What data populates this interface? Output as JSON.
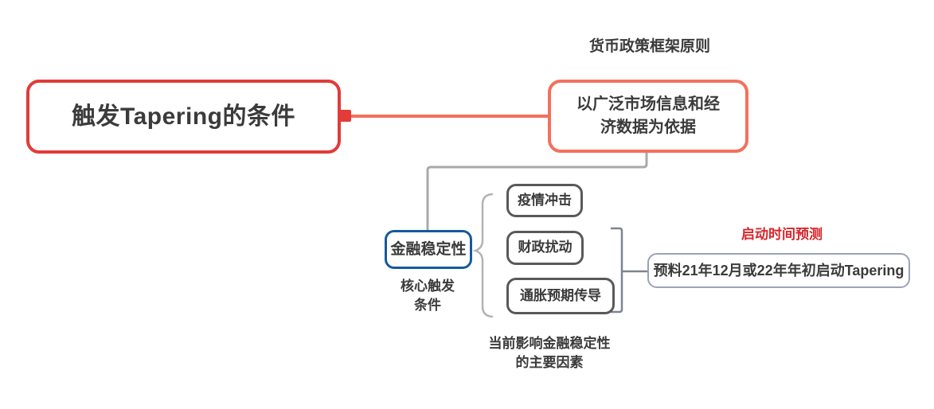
{
  "diagram": {
    "type": "mindmap",
    "background": "#ffffff",
    "root": {
      "label": "触发Tapering的条件",
      "border_color": "#e23b38",
      "text_color": "#3b3b3b"
    },
    "policy_branch": {
      "title": "货币政策框架原则",
      "node_label": "以广泛市场信息和经\n济数据为依据",
      "border_color": "#f4705c"
    },
    "stability_branch": {
      "node_label": "金融稳定性",
      "border_color": "#15599c",
      "caption": "核心触发\n条件"
    },
    "factors_branch": {
      "items": [
        {
          "label": "疫情冲击"
        },
        {
          "label": "财政扰动"
        },
        {
          "label": "通胀预期传导"
        }
      ],
      "border_color": "#595959",
      "caption": "当前影响金融稳定性\n的主要因素"
    },
    "prediction_branch": {
      "title": "启动时间预测",
      "title_color": "#d9252a",
      "node_label": "预料21年12月或22年年初启动Tapering",
      "border_color": "#9ba4b5"
    },
    "connector_colors": {
      "red_branch_line": "#f4705c",
      "connector_tab": "#e23b38",
      "gray_elbow": "#a9a9a9",
      "curly_brace": "#b3b3b3",
      "square_bracket": "#7e8490"
    }
  }
}
